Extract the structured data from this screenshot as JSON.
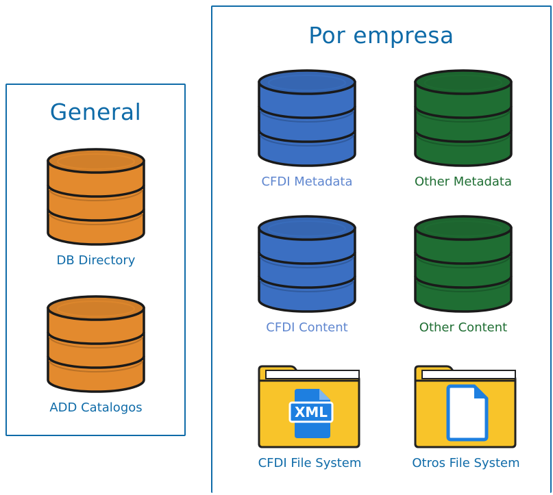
{
  "groups": {
    "general": {
      "title": "General",
      "items": [
        {
          "label": "DB Directory",
          "icon": "database-icon",
          "color": "#e38a2e",
          "label_color": "#0f6ba8"
        },
        {
          "label": "ADD Catalogos",
          "icon": "database-icon",
          "color": "#e38a2e",
          "label_color": "#0f6ba8"
        }
      ]
    },
    "empresa": {
      "title": "Por empresa",
      "items": [
        {
          "label": "CFDI Metadata",
          "icon": "database-icon",
          "color": "#3b6fc2",
          "label_color": "#5f86cf"
        },
        {
          "label": "Other Metadata",
          "icon": "database-icon",
          "color": "#1f6e33",
          "label_color": "#1f6e33"
        },
        {
          "label": "CFDI Content",
          "icon": "database-icon",
          "color": "#3b6fc2",
          "label_color": "#5f86cf"
        },
        {
          "label": "Other Content",
          "icon": "database-icon",
          "color": "#1f6e33",
          "label_color": "#1f6e33"
        },
        {
          "label": "CFDI File System",
          "icon": "xml-folder-icon",
          "color": "#f8c42a",
          "badge": "XML",
          "label_color": "#0f6ba8"
        },
        {
          "label": "Otros File System",
          "icon": "document-folder-icon",
          "color": "#f8c42a",
          "label_color": "#0f6ba8"
        }
      ]
    }
  },
  "colors": {
    "frame": "#0f6ba8",
    "orange_db": "#e38a2e",
    "blue_db": "#3b6fc2",
    "green_db": "#1f6e33",
    "folder": "#f8c42a",
    "document": "#1e7fe0"
  }
}
